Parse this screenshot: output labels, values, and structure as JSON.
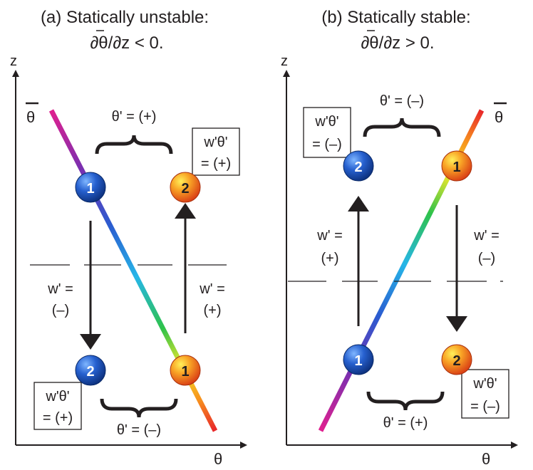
{
  "panels": [
    {
      "title_line1": "(a) Statically unstable:",
      "title_line2": "∂θ/∂z < 0.",
      "axis_z": "z",
      "axis_theta": "θ",
      "mean_label": "θ",
      "top_theta_anom": "θ' = (+)",
      "bottom_theta_anom": "θ' = (–)",
      "flux_box": {
        "line1": "w'θ'",
        "line2": "= (+)"
      },
      "flux_box_lower": {
        "line1": "w'θ'",
        "line2": "= (+)"
      },
      "w_down": {
        "line1": "w' =",
        "line2": "(–)"
      },
      "w_up": {
        "line1": "w' =",
        "line2": "(+)"
      },
      "parcels": {
        "blue_top": "1",
        "orange_top": "2",
        "blue_bottom": "2",
        "orange_bottom": "1"
      }
    },
    {
      "title_line1": "(b) Statically stable:",
      "title_line2": "∂θ/∂z > 0.",
      "axis_z": "z",
      "axis_theta": "θ",
      "mean_label": "θ",
      "top_theta_anom": "θ' = (–)",
      "bottom_theta_anom": "θ' = (+)",
      "flux_box": {
        "line1": "w'θ'",
        "line2": "= (–)"
      },
      "flux_box_lower": {
        "line1": "w'θ'",
        "line2": "= (–)"
      },
      "w_up": {
        "line1": "w' =",
        "line2": "(+)"
      },
      "w_down": {
        "line1": "w' =",
        "line2": "(–)"
      },
      "parcels": {
        "blue_top": "2",
        "orange_top": "1",
        "blue_bottom": "1",
        "orange_bottom": "2"
      }
    }
  ],
  "colors": {
    "ink": "#231f20",
    "blue_parcel": "#1d4fb5",
    "orange_parcel": "#f07a16",
    "gradient": [
      "#e0208f",
      "#7a2fb0",
      "#2a5cd0",
      "#26b6e8",
      "#2ec24a",
      "#f2e82a",
      "#f7941d",
      "#e8262a"
    ]
  }
}
